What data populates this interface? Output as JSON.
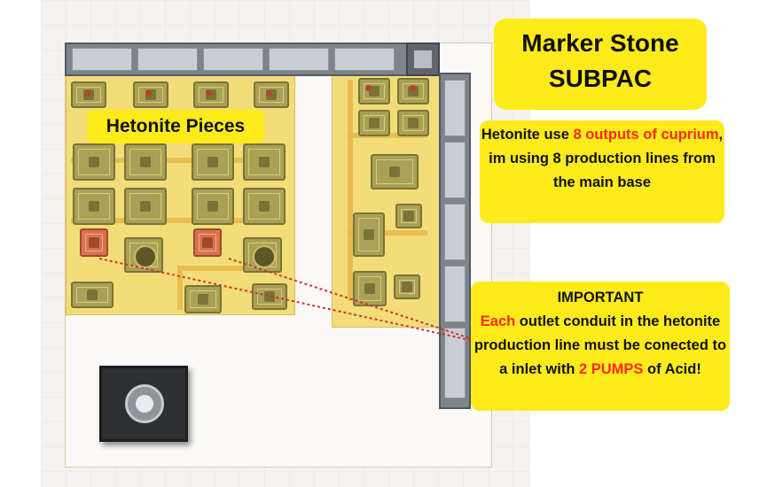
{
  "title": {
    "line1": "Marker Stone",
    "line2": "SUBPAC"
  },
  "zone_label": "Hetonite Pieces",
  "info": {
    "part1": "Hetonite use ",
    "highlight": "8 outputs of cuprium",
    "part2": ", im using 8 production lines from the main base"
  },
  "important": {
    "heading": "IMPORTANT",
    "highlight1": "Each",
    "text1": " outlet conduit in the hetonite production line must be conected to a inlet with ",
    "highlight2": "2 PUMPS",
    "text2": " of Acid!"
  },
  "colors": {
    "label_bg": "#ffeb1a",
    "highlight": "#ff2a1a",
    "zone": "#f2dd78",
    "leader_line": "#d0312d"
  },
  "icons": {
    "marker_stone": "marker-stone-icon",
    "module": "production-module-icon"
  }
}
